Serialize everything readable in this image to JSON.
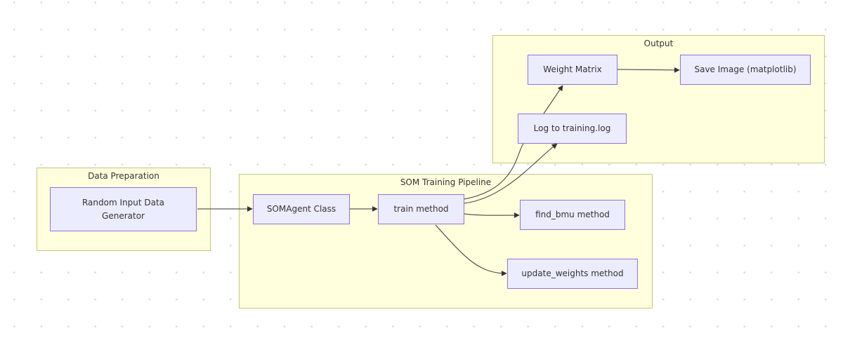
{
  "clusters": {
    "data_prep": "Data Preparation",
    "som_pipeline": "SOM Training Pipeline",
    "output": "Output"
  },
  "nodes": {
    "random_input": "Random Input Data Generator",
    "som_agent": "SOMAgent Class",
    "train": "train method",
    "find_bmu": "find_bmu method",
    "update_weights": "update_weights method",
    "log": "Log to training.log",
    "weight_matrix": "Weight Matrix",
    "save_image": "Save Image (matplotlib)"
  },
  "colors": {
    "node_fill": "#ececff",
    "node_border": "#9370db",
    "cluster_fill": "#ffffde",
    "cluster_border": "#c5c580",
    "edge": "#333333",
    "text": "#333333"
  }
}
